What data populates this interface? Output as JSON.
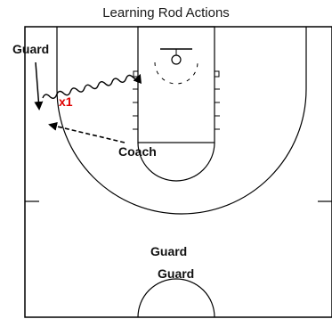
{
  "title": "Learning Rod Actions",
  "players": {
    "guard_top_left": "Guard",
    "x1": "x1",
    "coach": "Coach",
    "guard_center_1": "Guard",
    "guard_center_2": "Guard"
  },
  "colors": {
    "court_lines": "#000000",
    "defender_label": "#e00000",
    "background": "#ffffff"
  },
  "actions": [
    {
      "type": "dribble",
      "from": "guard_top_left",
      "to": "high-post"
    },
    {
      "type": "cut",
      "from": "guard_top_left",
      "to": "x1"
    },
    {
      "type": "pass",
      "from": "coach",
      "to": "x1"
    }
  ]
}
